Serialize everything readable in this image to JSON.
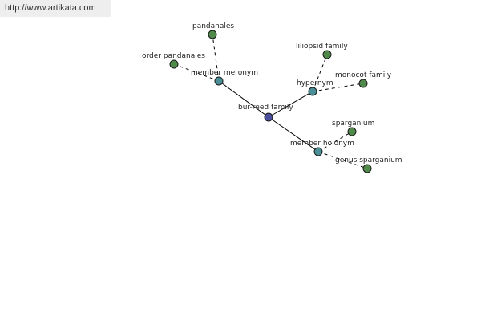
{
  "banner": {
    "url": "http://www.artikata.com"
  },
  "colors": {
    "center": "#4a4f9c",
    "relation": "#4a8f98",
    "leaf": "#4f8a4a",
    "banner_bg": "#eeeeee"
  },
  "graph": {
    "nodes": [
      {
        "id": "center",
        "label": "bur-reed family",
        "kind": "center"
      },
      {
        "id": "meronym",
        "label": "member meronym",
        "kind": "relation"
      },
      {
        "id": "hypernym",
        "label": "hypernym",
        "kind": "relation"
      },
      {
        "id": "holonym",
        "label": "member holonym",
        "kind": "relation"
      },
      {
        "id": "pandanales",
        "label": "pandanales",
        "kind": "leaf"
      },
      {
        "id": "order_pandanales",
        "label": "order pandanales",
        "kind": "leaf"
      },
      {
        "id": "liliopsid",
        "label": "liliopsid family",
        "kind": "leaf"
      },
      {
        "id": "monocot",
        "label": "monocot family",
        "kind": "leaf"
      },
      {
        "id": "sparganium",
        "label": "sparganium",
        "kind": "leaf"
      },
      {
        "id": "genus_sparganium",
        "label": "genus sparganium",
        "kind": "leaf"
      }
    ],
    "edges": [
      {
        "from": "center",
        "to": "meronym",
        "style": "solid"
      },
      {
        "from": "center",
        "to": "hypernym",
        "style": "solid"
      },
      {
        "from": "center",
        "to": "holonym",
        "style": "solid"
      },
      {
        "from": "meronym",
        "to": "pandanales",
        "style": "dashed"
      },
      {
        "from": "meronym",
        "to": "order_pandanales",
        "style": "dashed"
      },
      {
        "from": "hypernym",
        "to": "liliopsid",
        "style": "dashed"
      },
      {
        "from": "hypernym",
        "to": "monocot",
        "style": "dashed"
      },
      {
        "from": "holonym",
        "to": "sparganium",
        "style": "dashed"
      },
      {
        "from": "holonym",
        "to": "genus_sparganium",
        "style": "dashed"
      }
    ]
  }
}
